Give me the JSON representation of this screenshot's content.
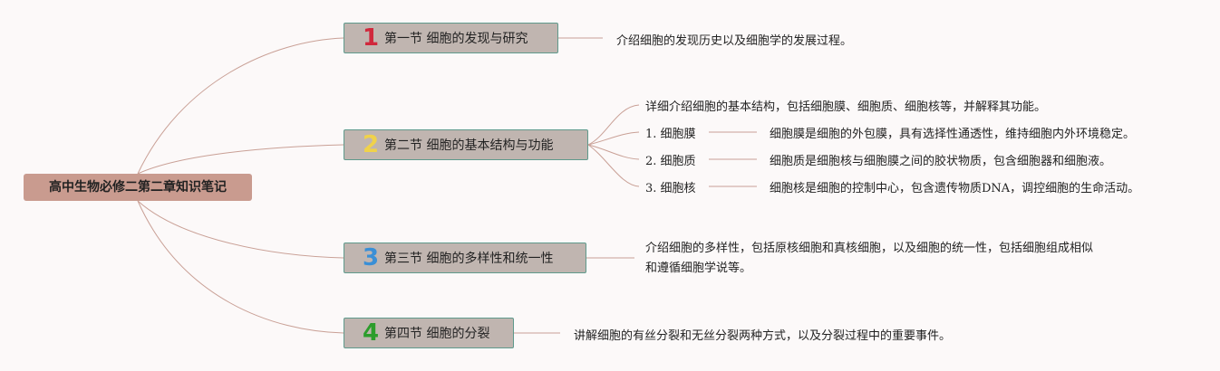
{
  "root": {
    "title": "高中生物必修二第二章知识笔记"
  },
  "sections": [
    {
      "num": "1",
      "title": "第一节 细胞的发现与研究",
      "desc": "介绍细胞的发现历史以及细胞学的发展过程。"
    },
    {
      "num": "2",
      "title": "第二节 细胞的基本结构与功能",
      "desc": "详细介绍细胞的基本结构，包括细胞膜、细胞质、细胞核等，并解释其功能。",
      "items": [
        {
          "label": "1. 细胞膜",
          "desc": "细胞膜是细胞的外包膜，具有选择性通透性，维持细胞内外环境稳定。"
        },
        {
          "label": "2. 细胞质",
          "desc": "细胞质是细胞核与细胞膜之间的胶状物质，包含细胞器和细胞液。"
        },
        {
          "label": "3. 细胞核",
          "desc": "细胞核是细胞的控制中心，包含遗传物质DNA，调控细胞的生命活动。"
        }
      ]
    },
    {
      "num": "3",
      "title": "第三节 细胞的多样性和统一性",
      "desc": "介绍细胞的多样性，包括原核细胞和真核细胞，以及细胞的统一性，包括细胞组成相似和遵循细胞学说等。"
    },
    {
      "num": "4",
      "title": "第四节 细胞的分裂",
      "desc": "讲解细胞的有丝分裂和无丝分裂两种方式，以及分裂过程中的重要事件。"
    }
  ],
  "colors": {
    "root_bg": "#c99b8f",
    "section_bg": "#c0b5b0",
    "section_border": "#5f9a8c",
    "link": "#c9a096",
    "num1": "#d0283c",
    "num2": "#f0d24a",
    "num3": "#3a8fd6",
    "num4": "#2c9d2c"
  }
}
